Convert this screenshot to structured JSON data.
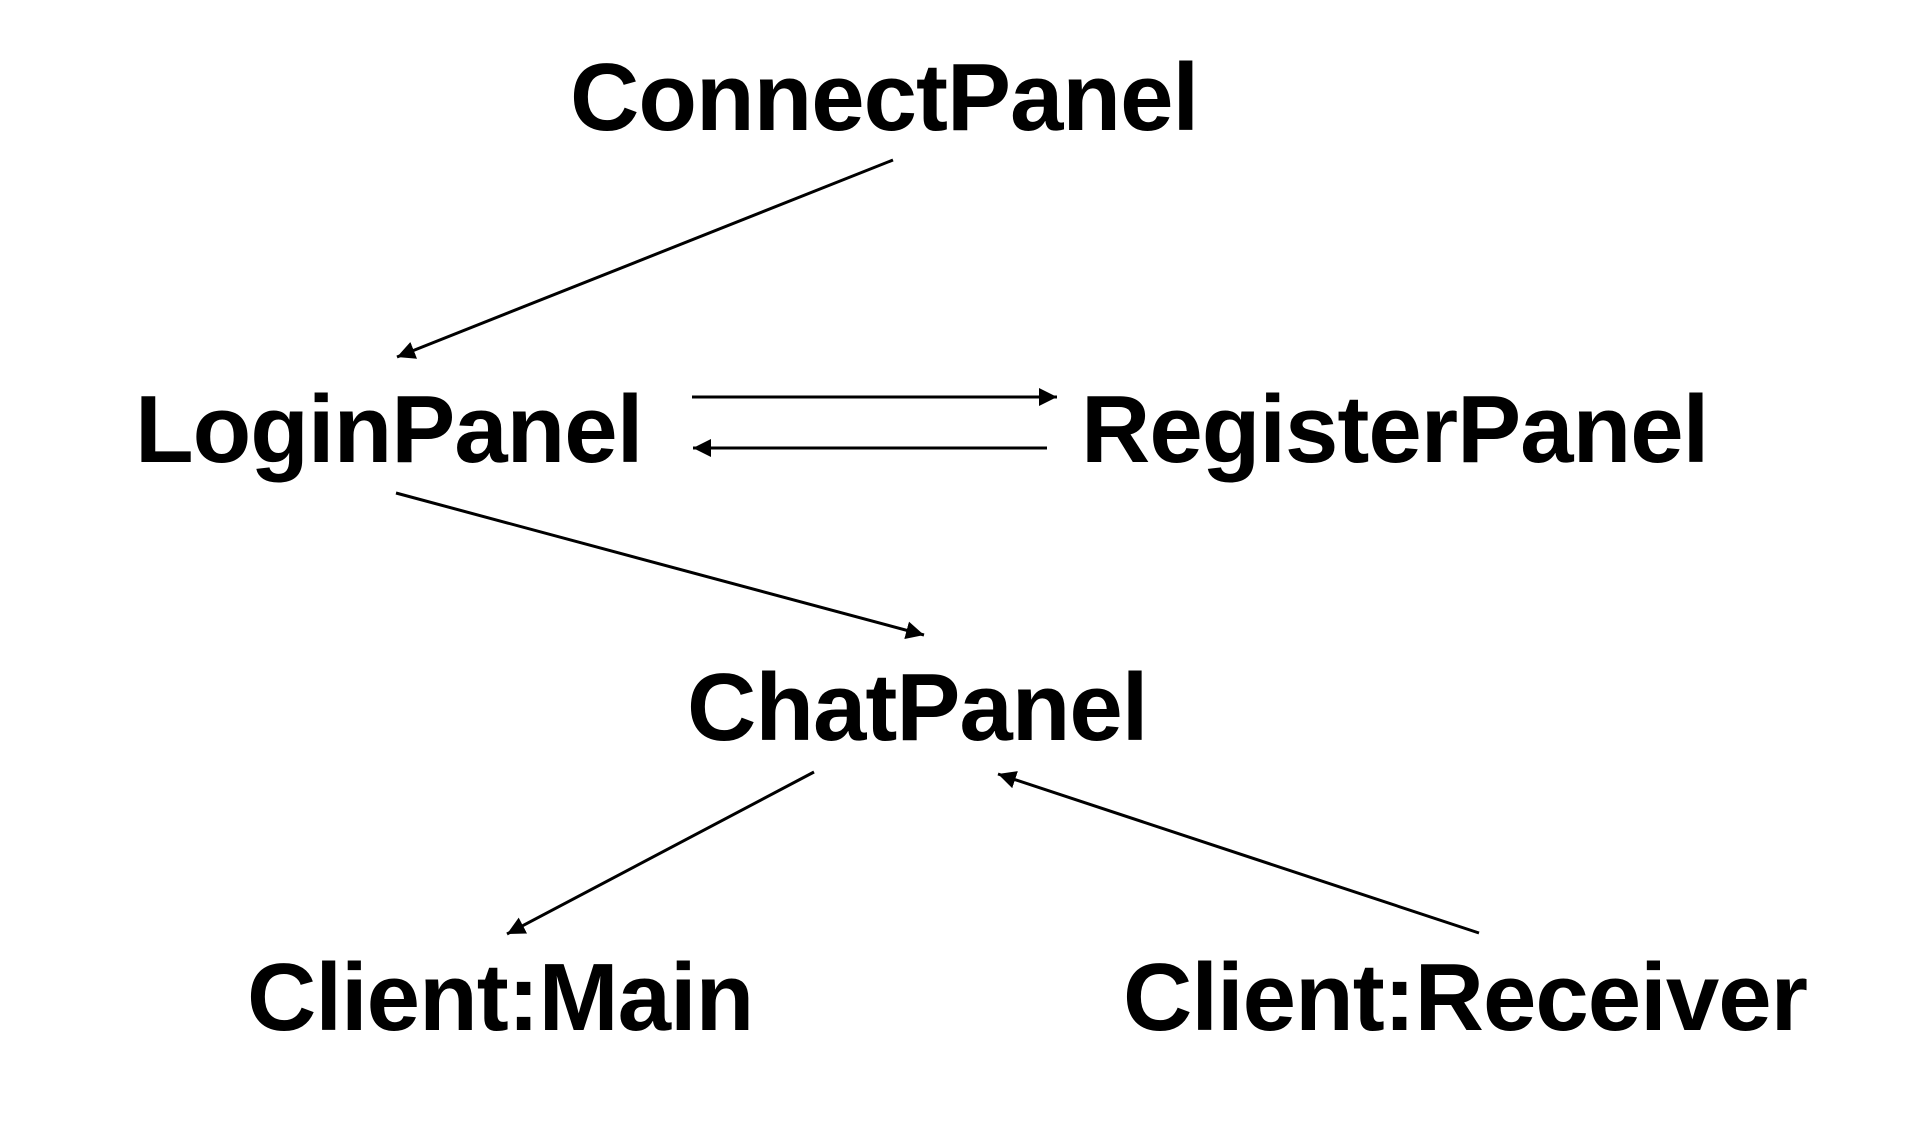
{
  "nodes": {
    "connect_panel": "ConnectPanel",
    "login_panel": "LoginPanel",
    "register_panel": "RegisterPanel",
    "chat_panel": "ChatPanel",
    "client_main": "Client:Main",
    "client_receiver": "Client:Receiver"
  },
  "edges": [
    {
      "from": "ConnectPanel",
      "to": "LoginPanel"
    },
    {
      "from": "LoginPanel",
      "to": "RegisterPanel"
    },
    {
      "from": "RegisterPanel",
      "to": "LoginPanel"
    },
    {
      "from": "LoginPanel",
      "to": "ChatPanel"
    },
    {
      "from": "ChatPanel",
      "to": "Client:Main"
    },
    {
      "from": "Client:Receiver",
      "to": "ChatPanel"
    }
  ],
  "colors": {
    "text": "#000000",
    "edge": "#000000",
    "background": "#ffffff"
  }
}
